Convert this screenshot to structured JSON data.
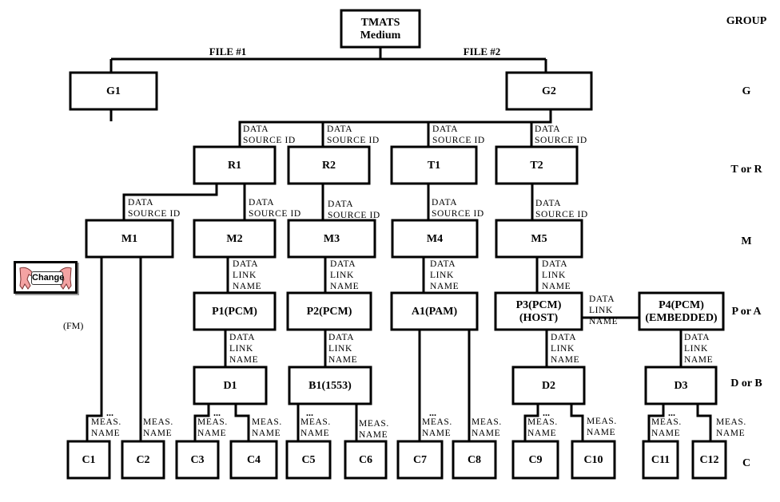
{
  "diagram": {
    "title": "TMATS Medium",
    "levels": [
      {
        "id": "group",
        "label": "GROUP"
      },
      {
        "id": "g",
        "label": "G"
      },
      {
        "id": "tr",
        "label": "T or R"
      },
      {
        "id": "m",
        "label": "M"
      },
      {
        "id": "pa",
        "label": "P or A"
      },
      {
        "id": "db",
        "label": "D or B"
      },
      {
        "id": "c",
        "label": "C"
      }
    ],
    "files": [
      {
        "id": "file1",
        "label": "FILE #1"
      },
      {
        "id": "file2",
        "label": "FILE #2"
      }
    ],
    "nodes": {
      "root": {
        "line1": "TMATS",
        "line2": "Medium"
      },
      "G1": {
        "label": "G1"
      },
      "G2": {
        "label": "G2"
      },
      "R1": {
        "label": "R1"
      },
      "R2": {
        "label": "R2"
      },
      "T1": {
        "label": "T1"
      },
      "T2": {
        "label": "T2"
      },
      "M1": {
        "label": "M1"
      },
      "M2": {
        "label": "M2"
      },
      "M3": {
        "label": "M3"
      },
      "M4": {
        "label": "M4"
      },
      "M5": {
        "label": "M5"
      },
      "P1": {
        "label": "P1(PCM)"
      },
      "P2": {
        "label": "P2(PCM)"
      },
      "A1": {
        "label": "A1(PAM)"
      },
      "P3": {
        "line1": "P3(PCM)",
        "line2": "(HOST)"
      },
      "P4": {
        "line1": "P4(PCM)",
        "line2": "(EMBEDDED)"
      },
      "D1": {
        "label": "D1"
      },
      "B1": {
        "label": "B1(1553)"
      },
      "D2": {
        "label": "D2"
      },
      "D3": {
        "label": "D3"
      },
      "C1": {
        "label": "C1"
      },
      "C2": {
        "label": "C2"
      },
      "C3": {
        "label": "C3"
      },
      "C4": {
        "label": "C4"
      },
      "C5": {
        "label": "C5"
      },
      "C6": {
        "label": "C6"
      },
      "C7": {
        "label": "C7"
      },
      "C8": {
        "label": "C8"
      },
      "C9": {
        "label": "C9"
      },
      "C10": {
        "label": "C10"
      },
      "C11": {
        "label": "C11"
      },
      "C12": {
        "label": "C12"
      }
    },
    "link_labels": {
      "data_source_id": [
        "DATA",
        "SOURCE ID"
      ],
      "data_link_name": [
        "DATA",
        "LINK",
        "NAME"
      ],
      "meas_name": [
        "MEAS.",
        "NAME"
      ],
      "ellipsis": "..."
    },
    "fm_label": "(FM)",
    "change_button": {
      "label": "Change"
    }
  }
}
